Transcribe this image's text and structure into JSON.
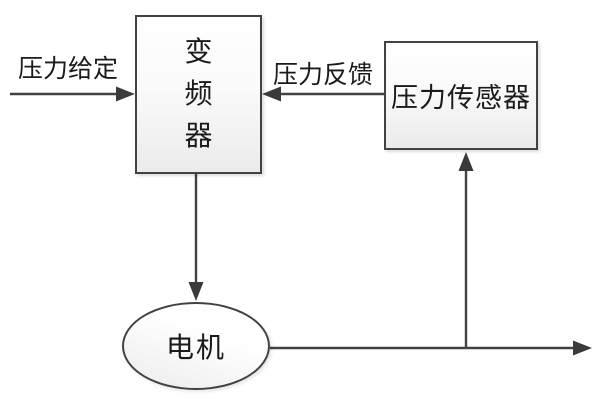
{
  "diagram": {
    "type": "block-diagram",
    "background_color": "#ffffff",
    "line_color": "#424242",
    "text_color": "#1a1a1a",
    "node_fill_top": "#ffffff",
    "node_fill_bottom": "#ebebeb",
    "nodes": [
      {
        "id": "inverter",
        "shape": "rect",
        "label": "变\n频\n器"
      },
      {
        "id": "pressure-sensor",
        "shape": "rect",
        "label": "压力传感器"
      },
      {
        "id": "motor",
        "shape": "ellipse",
        "label": "电机"
      }
    ],
    "edges": [
      {
        "id": "setpoint-input",
        "label": "压力给定",
        "from": "external-left",
        "to": "inverter",
        "direction": "right"
      },
      {
        "id": "pressure-feedback",
        "label": "压力反馈",
        "from": "pressure-sensor",
        "to": "inverter",
        "direction": "left"
      },
      {
        "id": "inverter-to-motor",
        "label": "",
        "from": "inverter",
        "to": "motor",
        "direction": "down"
      },
      {
        "id": "motor-output",
        "label": "",
        "from": "motor",
        "to": "external-right",
        "direction": "right"
      },
      {
        "id": "output-to-sensor",
        "label": "",
        "from": "motor-output",
        "to": "pressure-sensor",
        "direction": "up"
      }
    ]
  }
}
